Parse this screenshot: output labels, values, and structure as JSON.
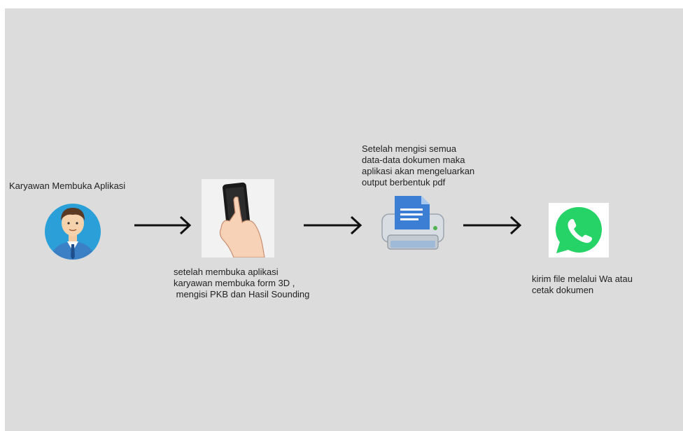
{
  "steps": [
    {
      "label": "Karyawan Membuka Aplikasi",
      "icon": "employee-avatar-icon"
    },
    {
      "label": "setelah membuka aplikasi\nkaryawan membuka form 3D ,\n mengisi PKB dan Hasil Sounding",
      "icon": "smartphone-in-hand-icon"
    },
    {
      "label": "Setelah mengisi semua\ndata-data dokumen maka\naplikasi akan mengeluarkan\noutput berbentuk pdf",
      "icon": "printer-icon"
    },
    {
      "label": "kirim file melalui Wa atau\ncetak dokumen",
      "icon": "whatsapp-icon"
    }
  ],
  "colors": {
    "background": "#dcdcdc",
    "arrow": "#111111",
    "whatsapp": "#25d366",
    "avatar_circle": "#2a9fd8",
    "suit": "#3b7fc4"
  }
}
